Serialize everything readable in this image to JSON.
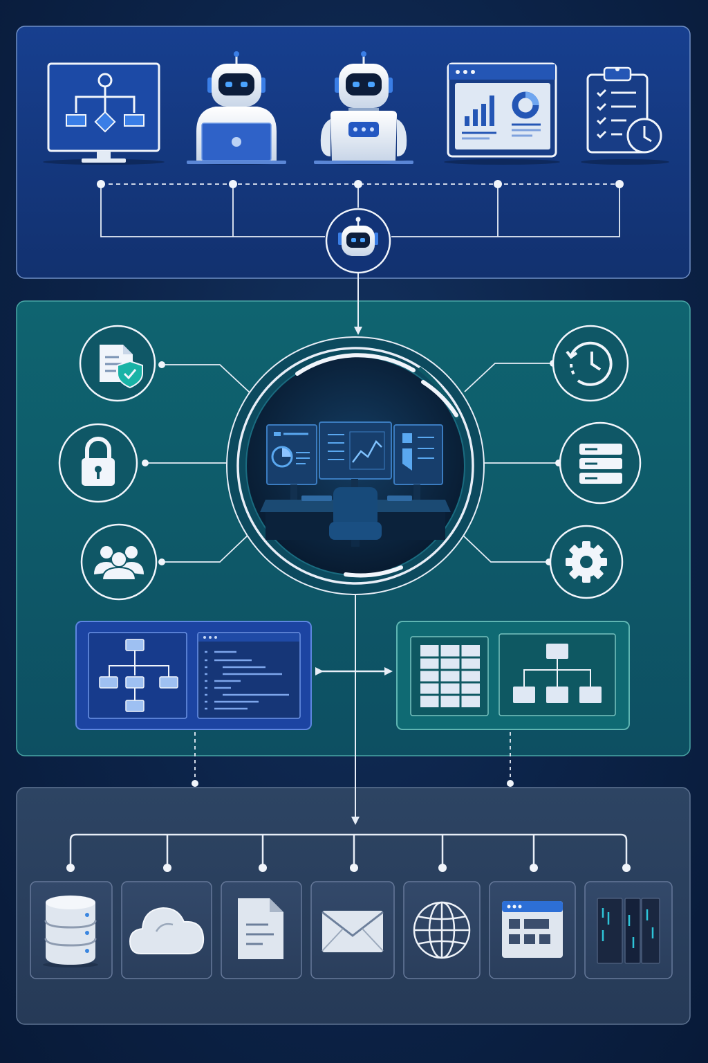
{
  "layers": [
    {
      "id": "agents-layer"
    },
    {
      "id": "platform-layer"
    },
    {
      "id": "data-sources-layer"
    }
  ],
  "agents": [
    {
      "icon": "workflow-monitor-icon"
    },
    {
      "icon": "robot-laptop-icon"
    },
    {
      "icon": "robot-assistant-icon"
    },
    {
      "icon": "analytics-dashboard-icon"
    },
    {
      "icon": "task-checklist-clock-icon"
    }
  ],
  "orchestrator": {
    "icon": "orchestrator-robot-icon"
  },
  "platform": {
    "hub": {
      "icon": "control-center-icon"
    },
    "left_services": [
      {
        "icon": "document-shield-icon"
      },
      {
        "icon": "padlock-icon"
      },
      {
        "icon": "users-group-icon"
      }
    ],
    "right_services": [
      {
        "icon": "history-clock-icon"
      },
      {
        "icon": "server-stack-icon"
      },
      {
        "icon": "gear-icon"
      }
    ],
    "panels": [
      {
        "icon": "flowchart-code-editor-icon"
      },
      {
        "icon": "table-hierarchy-icon"
      }
    ]
  },
  "data_sources": [
    {
      "icon": "database-icon"
    },
    {
      "icon": "cloud-icon"
    },
    {
      "icon": "document-icon"
    },
    {
      "icon": "mail-icon"
    },
    {
      "icon": "globe-icon"
    },
    {
      "icon": "browser-app-icon"
    },
    {
      "icon": "server-rack-icon"
    }
  ],
  "colors": {
    "background": "#0c2348",
    "agents_panel": "#153a86",
    "platform_panel": "#0f5c69",
    "sources_panel": "#2a3f5c",
    "line": "#e8eef7",
    "accent_blue": "#2d6fd6",
    "accent_teal": "#19b3a6"
  }
}
